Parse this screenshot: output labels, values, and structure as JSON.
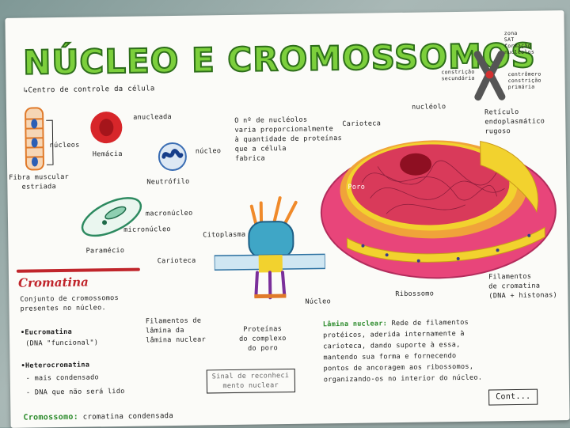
{
  "title": "NÚCLEO E CROMOSSOMOS",
  "subtitle": "↳Centro de controle da célula",
  "cells": {
    "fibra_label": "Fibra muscular\nestriada",
    "nucleos": "núcleos",
    "anucleada": "anucleada",
    "hemacia": "Hemácia",
    "nucleo": "núcleo",
    "neutrofilo": "Neutrófilo",
    "macronucleo": "macronúcleo",
    "micronucleo": "micronúcleo",
    "paramecio": "Paramécio"
  },
  "chromosome": {
    "zona_sat": "zona\nSAT\nformação\nnucléolos",
    "constricao_secundaria": "constrição\nsecundária",
    "centromero": "centrômero\nconstrição\nprimária"
  },
  "nucleolus_note": "O nº de nucléolos\nvaria proporcionalmente\nà quantidade de proteínas\nque a célula\nfabrica",
  "diagram": {
    "carioteca": "Carioteca",
    "nucleolo": "nucléolo",
    "reticulo": "Retículo\nendoplasmático\nrugoso",
    "poro": "Poro",
    "ribossomo": "Ribossomo",
    "filamentos": "Filamentos\nde cromatina\n(DNA + histonas)"
  },
  "pore": {
    "citoplasma": "Citoplasma",
    "carioteca": "Carioteca",
    "nucleo": "Núcleo",
    "filamentos_lamina": "Filamentos de\nlâmina da\nlâmina nuclear",
    "proteinas": "Proteínas\ndo complexo\ndo poro"
  },
  "cromatina": {
    "heading": "Cromatina",
    "def": "Conjunto de cromossomos\npresentes no núcleo.",
    "eucromatina": "•Eucromatina",
    "euc_desc": "(DNA \"funcional\")",
    "heterocromatina": "•Heterocromatina",
    "het_desc1": "- mais condensado",
    "het_desc2": "- DNA que não será lido"
  },
  "sinal": "Sinal de reconheci\nmento nuclear",
  "lamina": {
    "label": "Lâmina nuclear:",
    "text_first": " Rede de filamentos",
    "text_rest": "protéicos, aderida internamente à\ncarioteca, dando suporte à essa,\nmantendo sua forma e fornecendo\npontos de ancoragem aos ribossomos,\norganizando-os no interior do núcleo."
  },
  "cromossomo": {
    "label": "Cromossomo:",
    "def": "cromatina condensada"
  },
  "cont_button": "Cont...",
  "colors": {
    "title_green": "#7ccf3c",
    "accent_red": "#c0252b",
    "nucleus_pink": "#e8457a",
    "envelope_yellow": "#f2d22e"
  }
}
